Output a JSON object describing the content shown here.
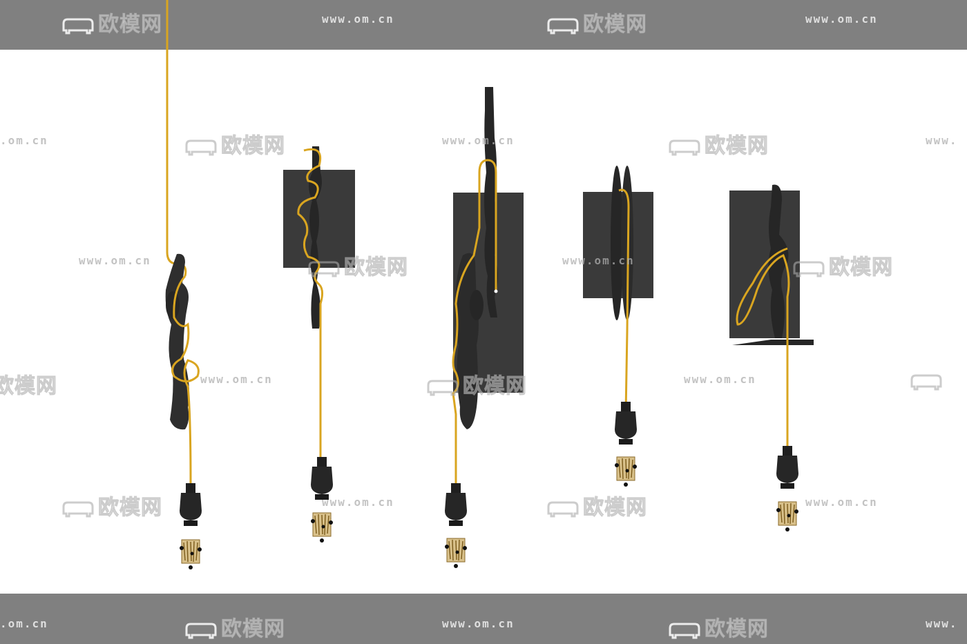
{
  "watermark": {
    "brand": "欧模网",
    "url": "www.om.cn",
    "url_partial": ".om.cn",
    "url_prefix": "www."
  },
  "colors": {
    "band": "#808080",
    "background": "#ffffff",
    "metal": "#2e2e2e",
    "cord": "#d9a520",
    "filament": "#c9a34a"
  },
  "icons": [
    "sofa-icon",
    "pendant-lamp-icon"
  ],
  "lamps": [
    "lamp-1",
    "lamp-2",
    "lamp-3",
    "lamp-4",
    "lamp-5"
  ]
}
